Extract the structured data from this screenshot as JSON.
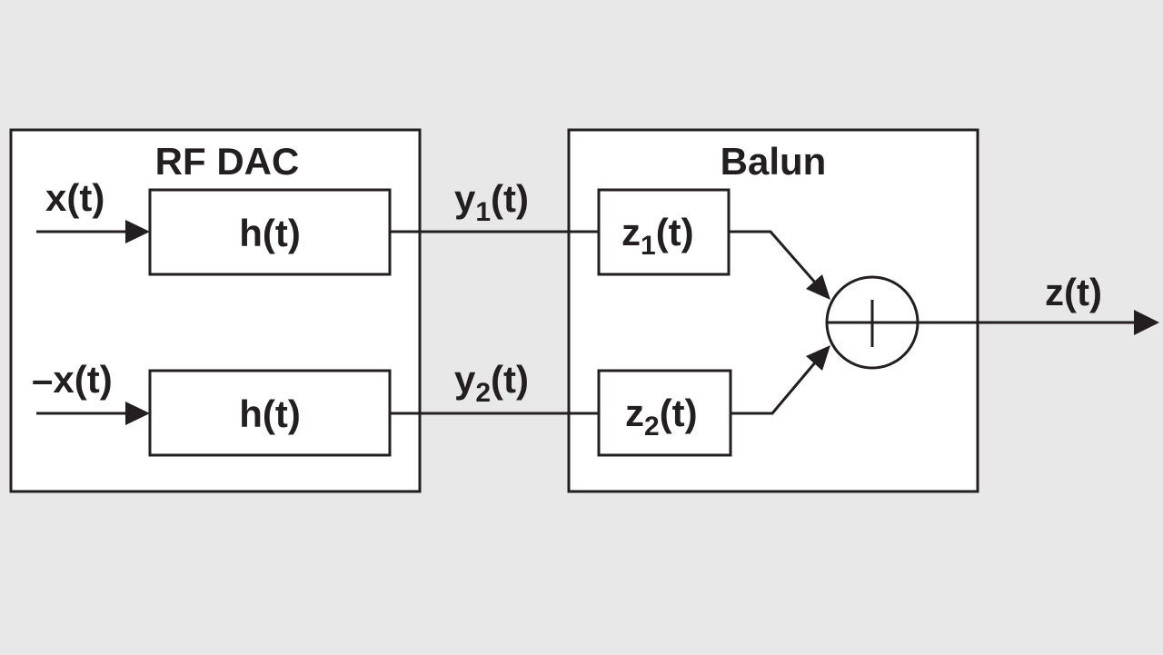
{
  "rf_dac": {
    "title": "RF DAC",
    "input_top": "x(t)",
    "input_bottom": "–x(t)",
    "filter_top": "h(t)",
    "filter_bottom": "h(t)"
  },
  "links": {
    "y1_base": "y",
    "y1_sub": "1",
    "y1_tail": "(t)",
    "y2_base": "y",
    "y2_sub": "2",
    "y2_tail": "(t)"
  },
  "balun": {
    "title": "Balun",
    "z1_base": "z",
    "z1_sub": "1",
    "z1_tail": "(t)",
    "z2_base": "z",
    "z2_sub": "2",
    "z2_tail": "(t)"
  },
  "output": {
    "label": "z(t)"
  },
  "colors": {
    "background": "#e8e8e8",
    "stroke": "#231f20",
    "fill": "#ffffff"
  }
}
